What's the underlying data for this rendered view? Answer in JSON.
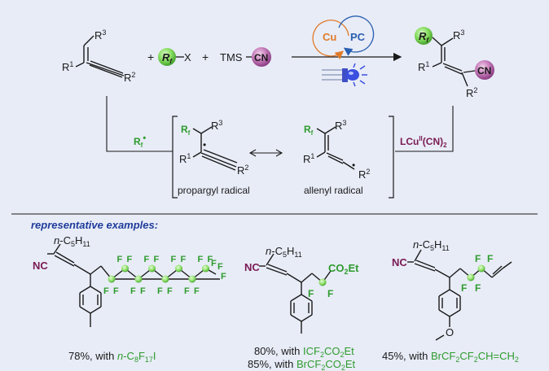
{
  "colors": {
    "background": "#e8ecf7",
    "rf_green": "#2e9b2e",
    "cn_purple": "#7a1a52",
    "ink": "#1a1a1a",
    "cu_orange": "#e07b2a",
    "pc_blue": "#2a5fb0",
    "examples_blue": "#1f3c9b"
  },
  "reaction": {
    "enyne": {
      "r3": "R",
      "r3_sup": "3",
      "r1": "R",
      "r1_sup": "1",
      "r2": "R",
      "r2_sup": "2"
    },
    "plus": "+",
    "rf_reagent": {
      "rf": "R",
      "rf_sub": "f",
      "x": "X"
    },
    "tms": "TMS",
    "cn": "CN",
    "catalyst": {
      "cu": "Cu",
      "pc": "PC"
    },
    "product": {
      "rf": "R",
      "rf_sub": "f",
      "r3": "R",
      "r3_sup": "3",
      "r1": "R",
      "r1_sup": "1",
      "r2": "R",
      "r2_sup": "2",
      "cn": "CN"
    },
    "rf_radical": {
      "r": "R",
      "sub": "f",
      "dot": "•"
    },
    "lcu": {
      "main": "LCu",
      "sup": "II",
      "cn": "(CN)",
      "sub": "2"
    },
    "propargyl": {
      "rf": "R",
      "rf_sub": "f",
      "r3": "R",
      "r3_sup": "3",
      "r1": "R",
      "r1_sup": "1",
      "r2": "R",
      "r2_sup": "2",
      "label": "propargyl radical"
    },
    "allenyl": {
      "rf": "R",
      "rf_sub": "f",
      "r3": "R",
      "r3_sup": "3",
      "r1": "R",
      "r1_sup": "1",
      "r2": "R",
      "r2_sup": "2",
      "label": "allenyl radical"
    },
    "radical_dot": "•"
  },
  "examples": {
    "heading": "representative examples:",
    "f": "F",
    "nc": "NC",
    "chain": {
      "prefix": "n",
      "mid": "-C",
      "sub": "5",
      "mid2": "H",
      "sub2": "11"
    },
    "co2et": {
      "a": "CO",
      "sub": "2",
      "b": "Et"
    },
    "ome": "O",
    "caption1": {
      "pre": "78%, with ",
      "reagent_a": "n",
      "reagent_b": "-C",
      "sub1": "8",
      "b2": "F",
      "sub2": "17",
      "b3": "I"
    },
    "caption2a": {
      "pre": "80%, with ",
      "r1": "ICF",
      "s1": "2",
      "r2": "CO",
      "s2": "2",
      "r3": "Et"
    },
    "caption2b": {
      "pre": "85%, with ",
      "r1": "BrCF",
      "s1": "2",
      "r2": "CO",
      "s2": "2",
      "r3": "Et"
    },
    "caption3": {
      "pre": "45%, with ",
      "r1": "BrCF",
      "s1": "2",
      "r2": "CF",
      "s2": "2",
      "r3": "CH=CH",
      "s3": "2"
    }
  }
}
